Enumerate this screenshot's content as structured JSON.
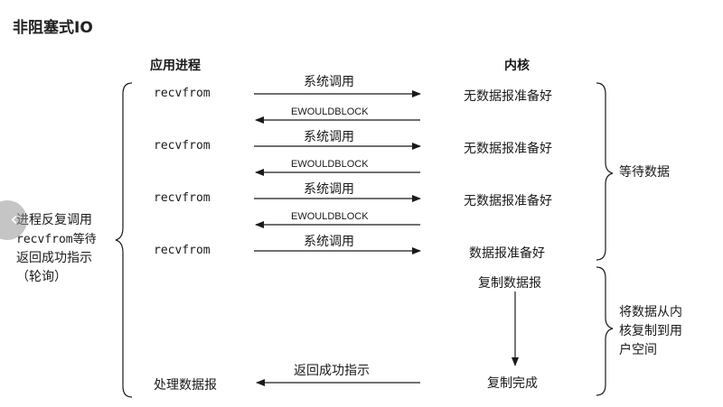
{
  "title": "非阻塞式IO",
  "headers": {
    "app": "应用进程",
    "kernel": "内核"
  },
  "rows": [
    {
      "app": "recvfrom",
      "call": "系统调用",
      "kernel": "无数据报准备好",
      "reply": "EWOULDBLOCK"
    },
    {
      "app": "recvfrom",
      "call": "系统调用",
      "kernel": "无数据报准备好",
      "reply": "EWOULDBLOCK"
    },
    {
      "app": "recvfrom",
      "call": "系统调用",
      "kernel": "无数据报准备好",
      "reply": "EWOULDBLOCK"
    },
    {
      "app": "recvfrom",
      "call": "系统调用",
      "kernel": "数据报准备好"
    }
  ],
  "copy": {
    "start": "复制数据报",
    "done": "复制完成",
    "return_label": "返回成功指示",
    "app_action": "处理数据报"
  },
  "left_note": {
    "line1": "进程反复调用",
    "line2": "recvfrom等待",
    "line3": "返回成功指示",
    "line4": "（轮询）"
  },
  "right_notes": {
    "wait": "等待数据",
    "copy_line1": "将数据从内",
    "copy_line2": "核复制到用",
    "copy_line3": "户空间"
  },
  "icons": {
    "nav_prev": "chevron-left-icon"
  }
}
